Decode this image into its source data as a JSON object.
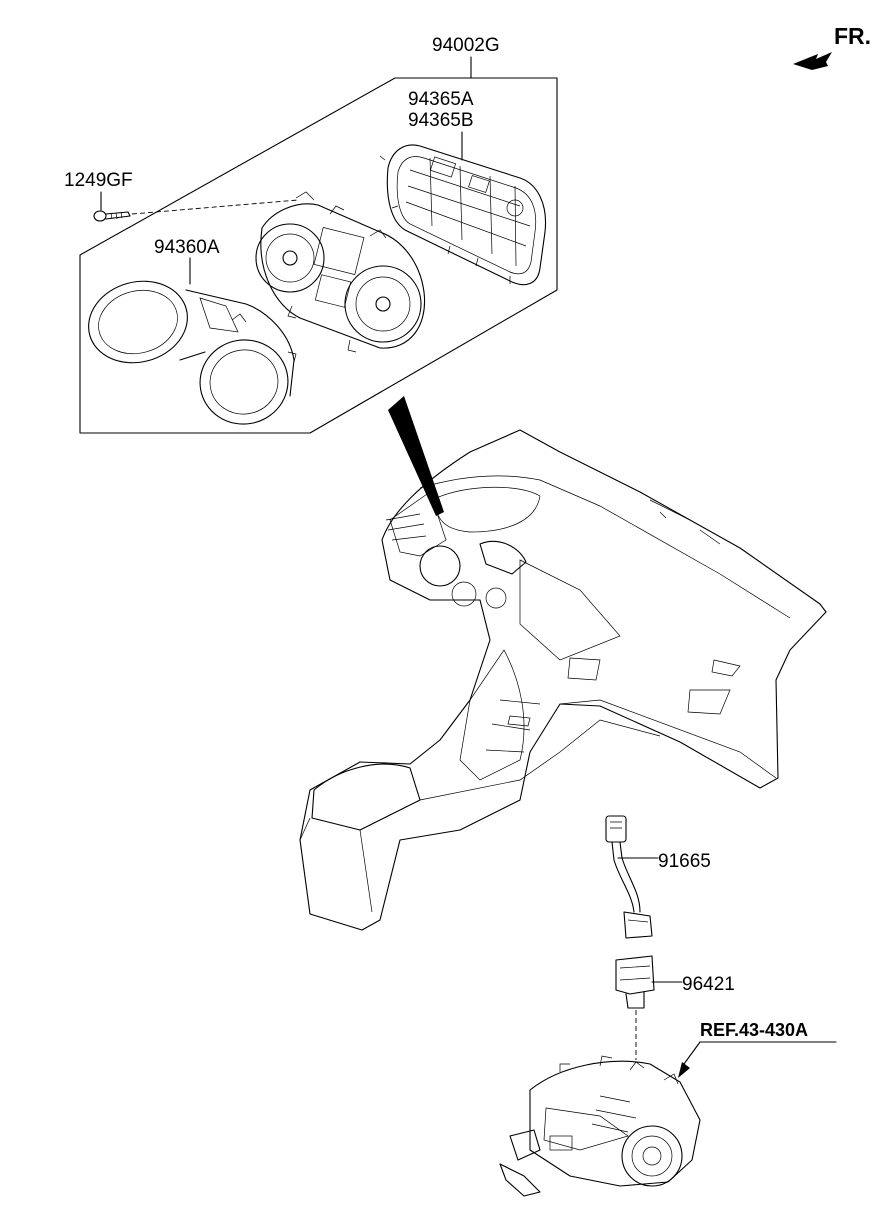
{
  "labels": {
    "assembly": "94002G",
    "gauge_a": "94365A",
    "gauge_b": "94365B",
    "screw": "1249GF",
    "lens": "94360A",
    "harness": "91665",
    "sensor": "96421",
    "reference": "REF.43-430A",
    "direction": "FR."
  }
}
